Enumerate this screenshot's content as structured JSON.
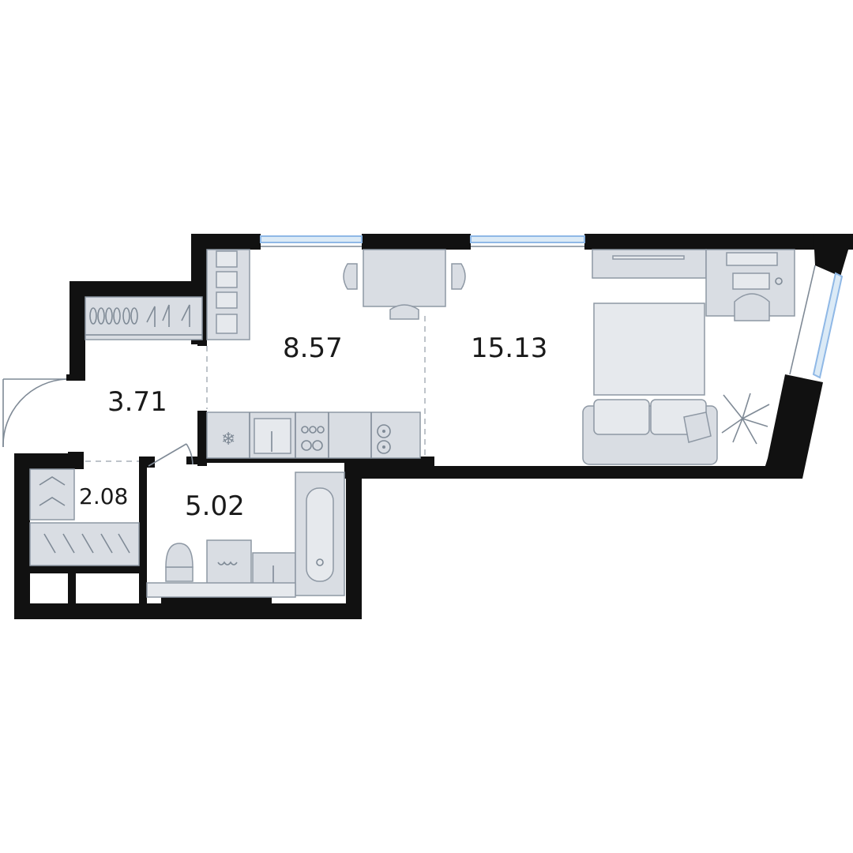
{
  "rooms": [
    {
      "id": "kitchen",
      "area": "8.57"
    },
    {
      "id": "living-room",
      "area": "15.13"
    },
    {
      "id": "hallway",
      "area": "3.71"
    },
    {
      "id": "wardrobe",
      "area": "2.08"
    },
    {
      "id": "bathroom",
      "area": "5.02"
    }
  ],
  "colors": {
    "wall": "#111111",
    "furniture_fill": "#d9dde3",
    "furniture_stroke": "#8e98a4",
    "window_glass": "#8fb8e6"
  }
}
